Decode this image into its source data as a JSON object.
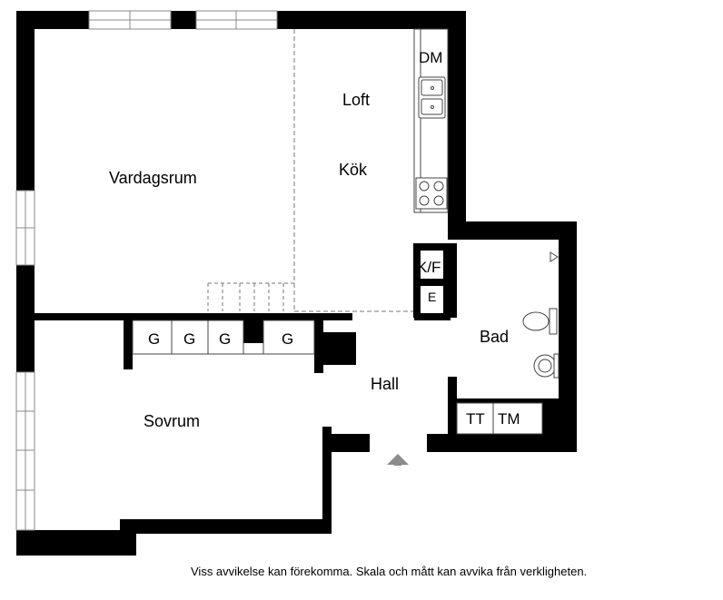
{
  "rooms": {
    "vardagsrum": "Vardagsrum",
    "loft": "Loft",
    "kok": "Kök",
    "sovrum": "Sovrum",
    "hall": "Hall",
    "bad": "Bad"
  },
  "fixtures": {
    "dm": "DM",
    "kf": "K/F",
    "e": "E",
    "g": "G",
    "tt": "TT",
    "tm": "TM"
  },
  "disclaimer": "Viss avvikelse kan förekomma. Skala och mått kan avvika från verkligheten.",
  "colors": {
    "wall": "#000000",
    "window": "#8a8a8a",
    "entrance": "#8c8c8c",
    "background": "#ffffff"
  }
}
